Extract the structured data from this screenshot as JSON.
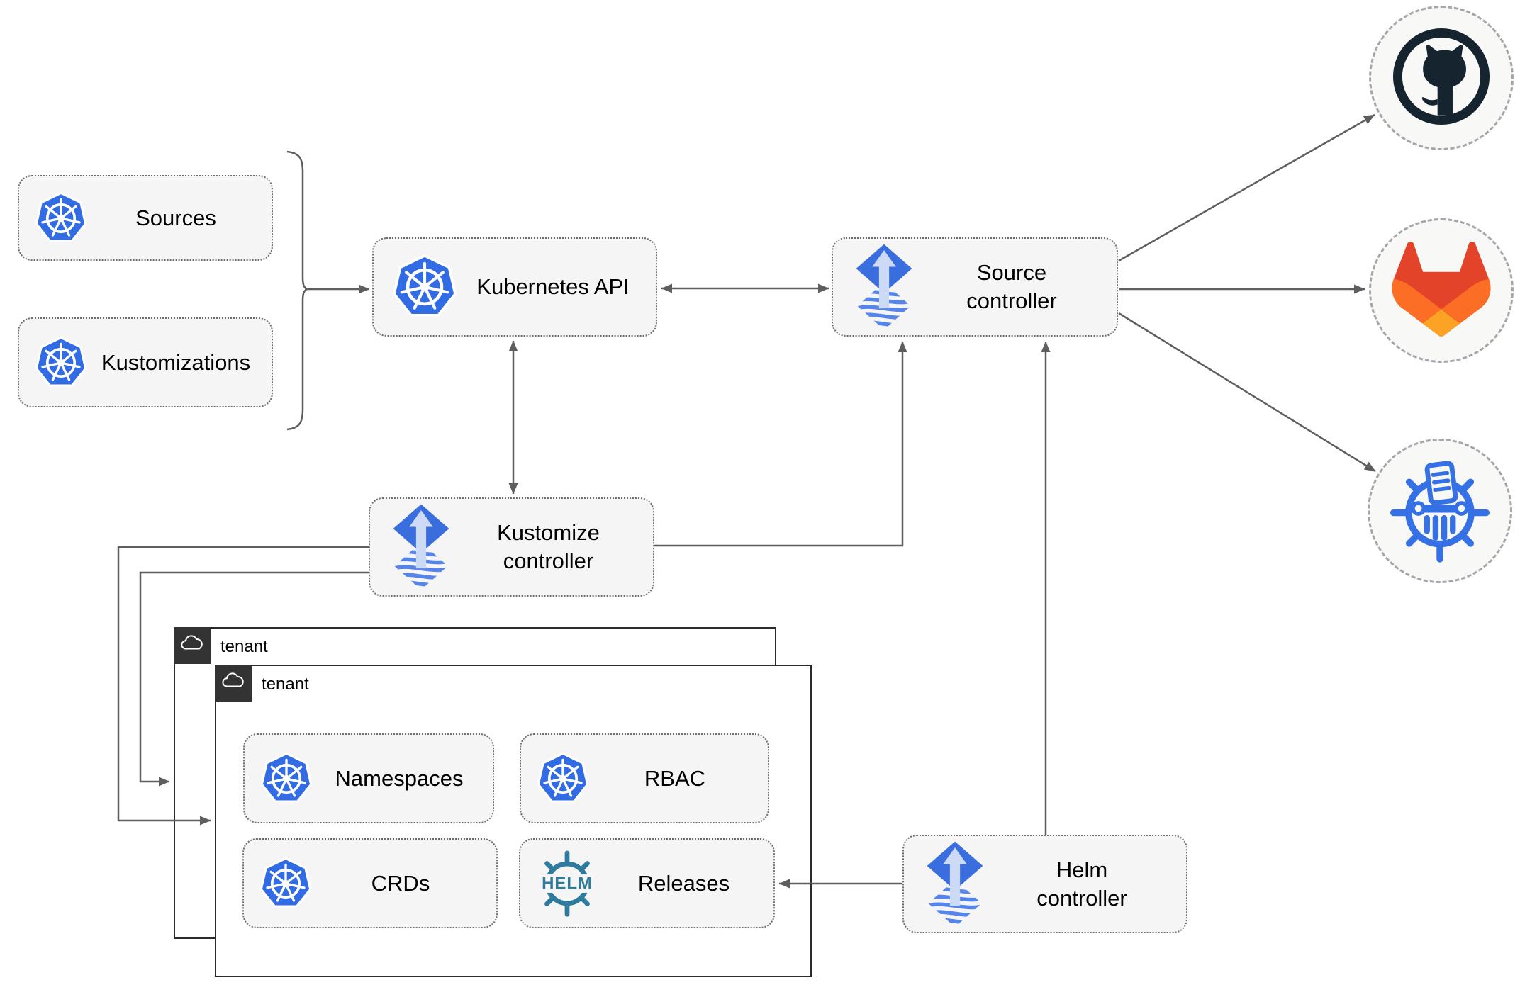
{
  "diagram": {
    "nodes": {
      "sources": {
        "label": "Sources"
      },
      "kustomizations": {
        "label": "Kustomizations"
      },
      "kubernetes_api": {
        "label": "Kubernetes API"
      },
      "source_controller": {
        "label": "Source controller"
      },
      "kustomize_controller": {
        "label": "Kustomize controller"
      },
      "helm_controller": {
        "label": "Helm controller"
      },
      "namespaces": {
        "label": "Namespaces"
      },
      "rbac": {
        "label": "RBAC"
      },
      "crds": {
        "label": "CRDs"
      },
      "releases": {
        "label": "Releases"
      }
    },
    "tenants": [
      {
        "label": "tenant"
      },
      {
        "label": "tenant"
      }
    ],
    "icons": {
      "kubernetes": "kubernetes-wheel-icon",
      "flux": "flux-diamond-arrow-icon",
      "helm": "helm-wheel-icon",
      "helm_label": "HELM",
      "github": "github-octocat-icon",
      "gitlab": "gitlab-tanuki-icon",
      "kustomize": "kustomize-wheel-document-icon",
      "cloud": "cloud-icon"
    },
    "colors": {
      "kubernetes_blue": "#326ce5",
      "flux_blue": "#3a6ede",
      "flux_wave": "#5585ea",
      "flux_arrow": "#ccdaf5",
      "helm_teal": "#2e7b9e",
      "github_dark": "#16242f",
      "gitlab_red": "#e24329",
      "gitlab_orange": "#fc6d26",
      "gitlab_amber": "#fca326",
      "kustomize_blue": "#3570e4",
      "line_gray": "#5e5e5e",
      "node_fill": "#f5f5f5",
      "node_border": "#6e6e6e",
      "tenant_border": "#2b2b2b",
      "tenant_label_bg": "#333333",
      "circle_fill": "#f8f9f7",
      "circle_border": "#a3a7aa",
      "ink": "#000000"
    }
  }
}
